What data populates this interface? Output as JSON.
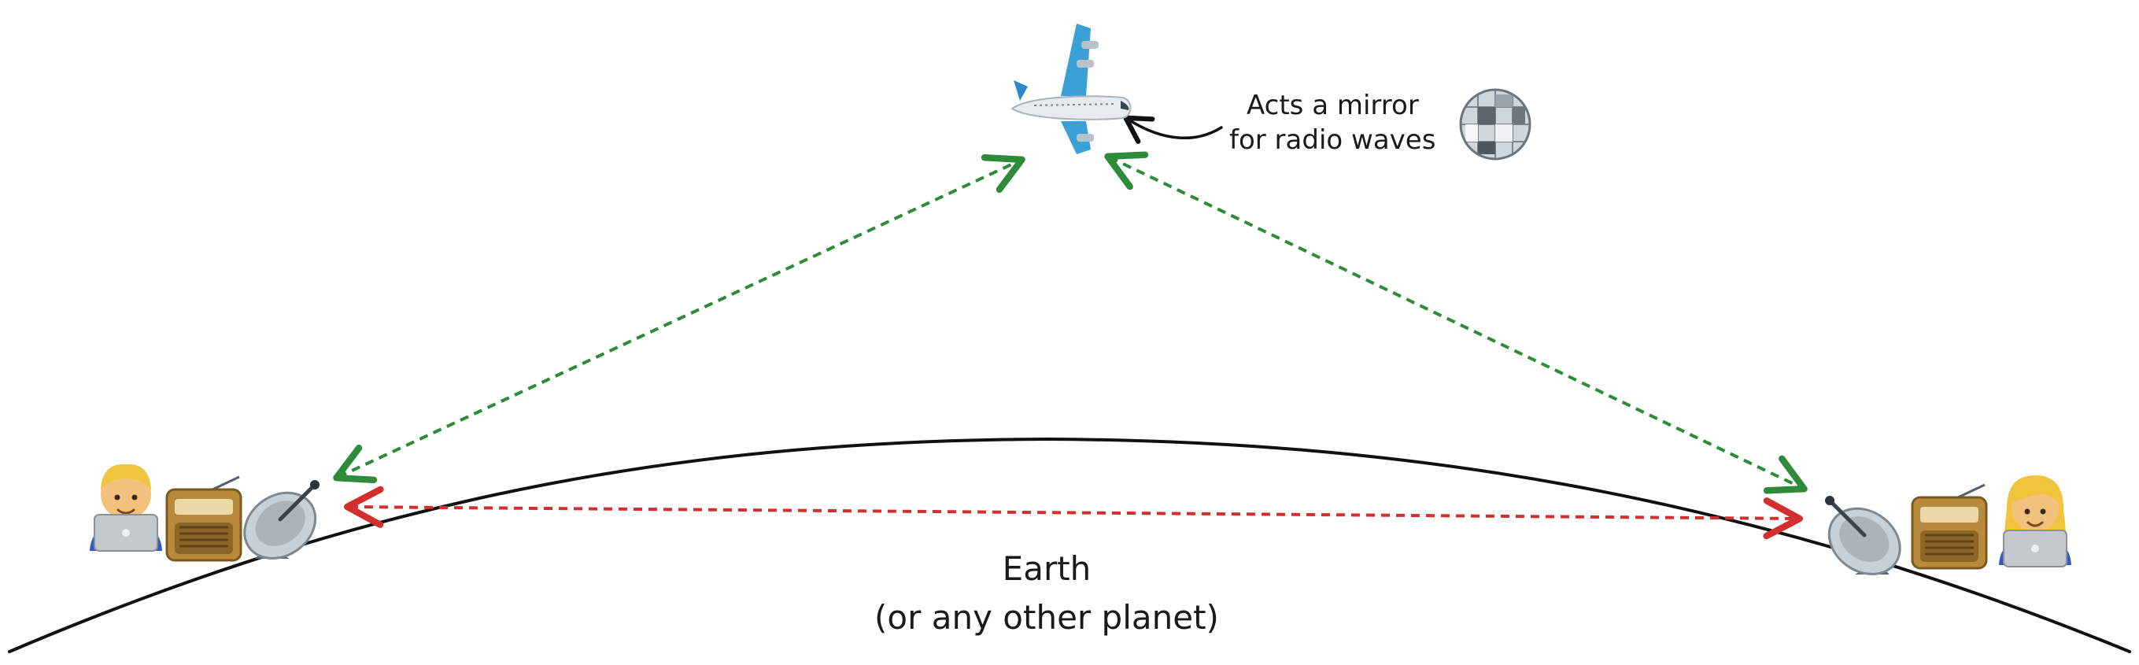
{
  "annotation": {
    "line1": "Acts a mirror",
    "line2": "for radio waves"
  },
  "planet": {
    "name": "Earth",
    "caption": "(or any other planet)"
  },
  "icons": [
    "man-technologist-laptop-icon",
    "radio-icon",
    "satellite-dish-icon",
    "airplane-icon",
    "disco-ball-icon",
    "woman-technologist-laptop-icon"
  ],
  "colors": {
    "reflected_path": "#2e8b3a",
    "direct_path": "#d32f2f",
    "outline": "#111111",
    "airplane": "#3aa0d8",
    "radio": "#a0762c",
    "dish": "#9aa4ad"
  }
}
